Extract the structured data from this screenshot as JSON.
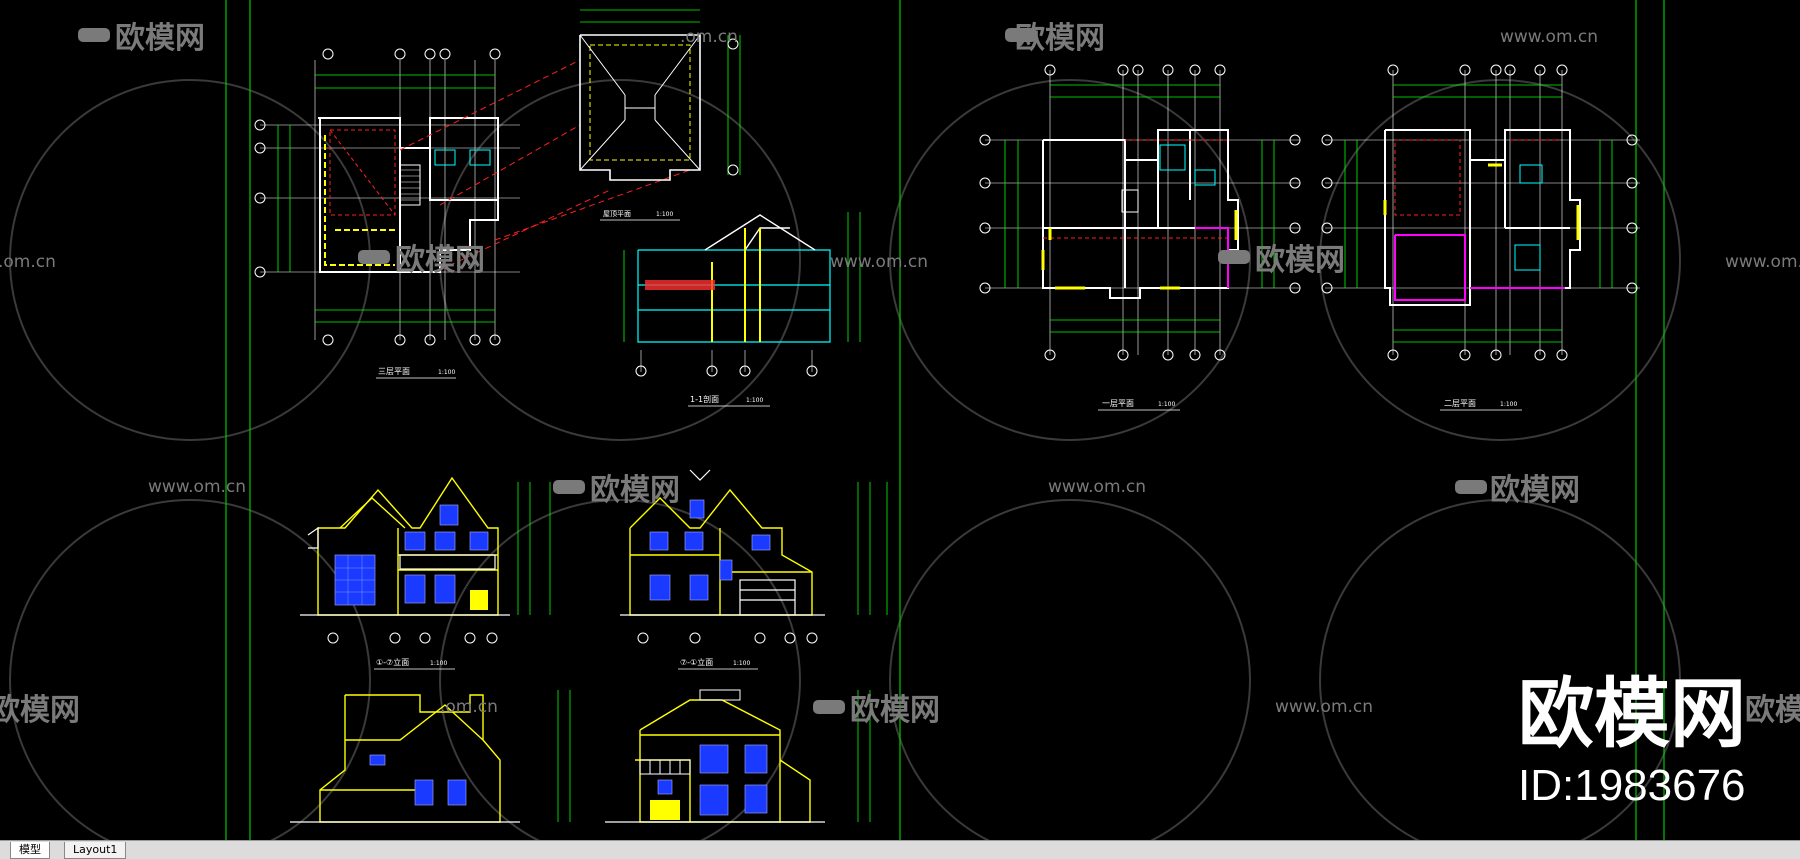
{
  "viewport": {
    "watermark_brand": "欧模网",
    "watermark_url": "www.om.cn",
    "watermark_url_partial": ".om.cn",
    "big_logo": "欧模网",
    "big_id": "ID:1983676"
  },
  "drawings": {
    "third_floor": {
      "title": "三层平面",
      "scale": "1:100"
    },
    "roof": {
      "title": "屋顶平面",
      "scale": "1:100"
    },
    "section": {
      "title": "1-1剖面",
      "scale": "1:100"
    },
    "first_floor": {
      "title": "一层平面",
      "scale": "1:100"
    },
    "second_floor": {
      "title": "二层平面",
      "scale": "1:100"
    },
    "elevation_front": {
      "title": "①-⑦立面",
      "scale": "1:100"
    },
    "elevation_back": {
      "title": "⑦-①立面",
      "scale": "1:100"
    }
  },
  "tabs": [
    {
      "label": "模型",
      "active": true
    },
    {
      "label": "Layout1",
      "active": false
    }
  ],
  "colors": {
    "frame_green": "#00c800",
    "grid_white": "#ffffff",
    "wall_yellow": "#ffff00",
    "dim_green": "#00ff00",
    "red": "#ff2020",
    "cyan": "#00ffff",
    "blue": "#4060ff",
    "magenta": "#ff00ff",
    "watermark": "#7a7a7a"
  }
}
